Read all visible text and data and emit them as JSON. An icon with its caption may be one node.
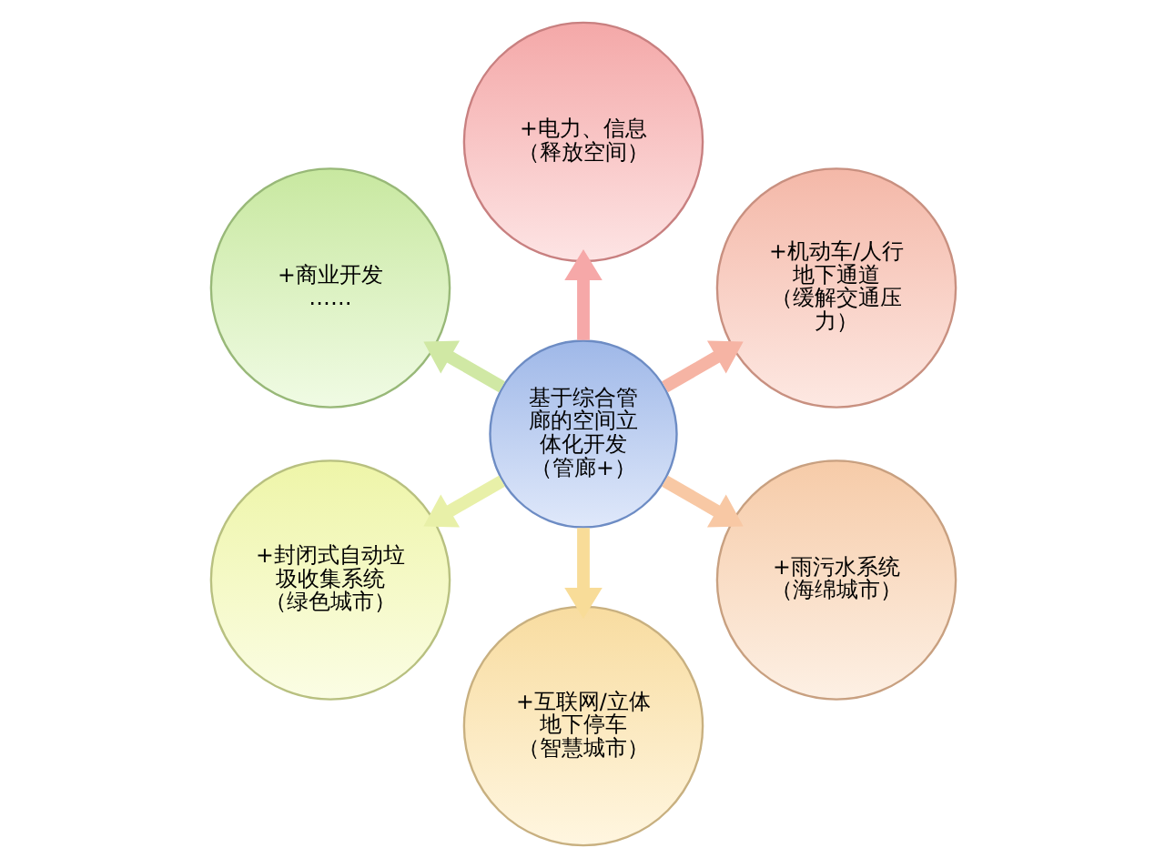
{
  "diagram": {
    "nodes": [
      {
        "text": [
          "基于综合管廊的空间立体化开发",
          "（管廊+）"
        ]
      },
      {
        "text": [
          "+电力、信息",
          "（释放空间）"
        ]
      },
      {
        "text": [
          "+机动车/人行地下通道",
          "（缓解交通压力）"
        ]
      },
      {
        "text": [
          "+雨污水系统",
          "（海绵城市）"
        ]
      },
      {
        "text": [
          "+互联网/立体地下停车",
          "（智慧城市）"
        ]
      },
      {
        "text": [
          "+封闭式自动垃圾收集系统",
          "（绿色城市）"
        ]
      },
      {
        "text": [
          "+商业开发",
          "……"
        ]
      }
    ],
    "edges": [
      {
        "from": 0,
        "to": 1,
        "arrow": "to",
        "color": "#f6a8a8"
      },
      {
        "from": 0,
        "to": 2,
        "arrow": "to",
        "color": "#f6b4a4"
      },
      {
        "from": 0,
        "to": 3,
        "arrow": "to",
        "color": "#f8c8a4"
      },
      {
        "from": 0,
        "to": 4,
        "arrow": "to",
        "color": "#f8dc98"
      },
      {
        "from": 0,
        "to": 5,
        "arrow": "to",
        "color": "#e8f0a8"
      },
      {
        "from": 0,
        "to": 6,
        "arrow": "to",
        "color": "#d0e8a4"
      }
    ]
  }
}
